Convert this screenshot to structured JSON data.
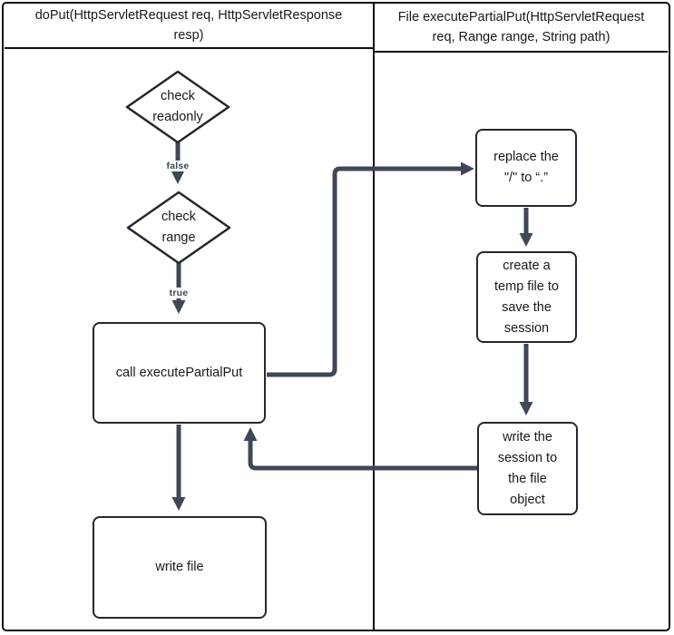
{
  "lanes": [
    {
      "title": "doPut(HttpServletRequest req, HttpServletResponse\nresp)"
    },
    {
      "title": "File executePartialPut(HttpServletRequest\nreq, Range range, String path)"
    }
  ],
  "nodes": {
    "check_readonly": {
      "label": "check\nreadonly",
      "type": "decision"
    },
    "check_range": {
      "label": "check\nrange",
      "type": "decision"
    },
    "call_execute_partial_put": {
      "label": "call executePartialPut",
      "type": "process"
    },
    "write_file": {
      "label": "write file",
      "type": "process"
    },
    "replace_slash": {
      "label": "replace the\n\"/\" to “.”",
      "type": "process"
    },
    "create_temp_file": {
      "label": "create a\ntemp file to\nsave the\nsession",
      "type": "process"
    },
    "write_session": {
      "label": "write the\nsession to\nthe file\nobject",
      "type": "process"
    }
  },
  "edge_labels": {
    "false_label": "false",
    "true_label": "true"
  },
  "colors": {
    "arrow": "#3f4757",
    "box_border": "#23272e",
    "line": "#0e0e0e",
    "text": "#17191d",
    "edge_label": "#3f4757",
    "background": "#ffffff"
  }
}
